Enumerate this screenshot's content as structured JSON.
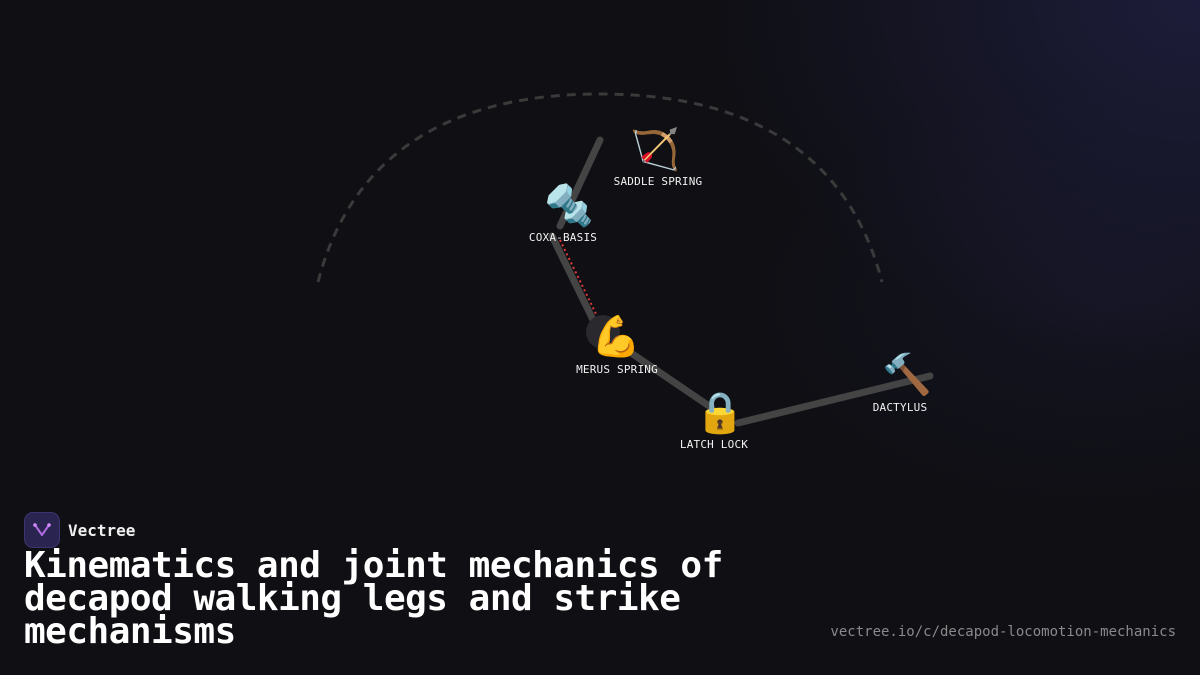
{
  "brand": {
    "name": "Vectree"
  },
  "title": "Kinematics and joint mechanics of decapod walking legs and strike mechanisms",
  "url": "vectree.io/c/decapod-locomotion-mechanics",
  "nodes": {
    "saddle_spring": {
      "label": "SADDLE SPRING",
      "icon": "🏹",
      "icon_name": "bow-and-arrow-icon"
    },
    "coxa_basis": {
      "label": "COXA-BASIS",
      "icon": "🔩",
      "icon_name": "nut-and-bolt-icon"
    },
    "merus_spring": {
      "label": "MERUS SPRING",
      "icon": "💪",
      "icon_name": "flexed-biceps-icon"
    },
    "latch_lock": {
      "label": "LATCH LOCK",
      "icon": "🔒",
      "icon_name": "lock-icon"
    },
    "dactylus": {
      "label": "DACTYLUS",
      "icon": "🔨",
      "icon_name": "hammer-icon"
    }
  },
  "colors": {
    "background": "#0f0f14",
    "segment": "#444444",
    "arc": "#3a3a3a",
    "tension_line": "#e03a3a",
    "brand_accent": "#b06be0"
  }
}
